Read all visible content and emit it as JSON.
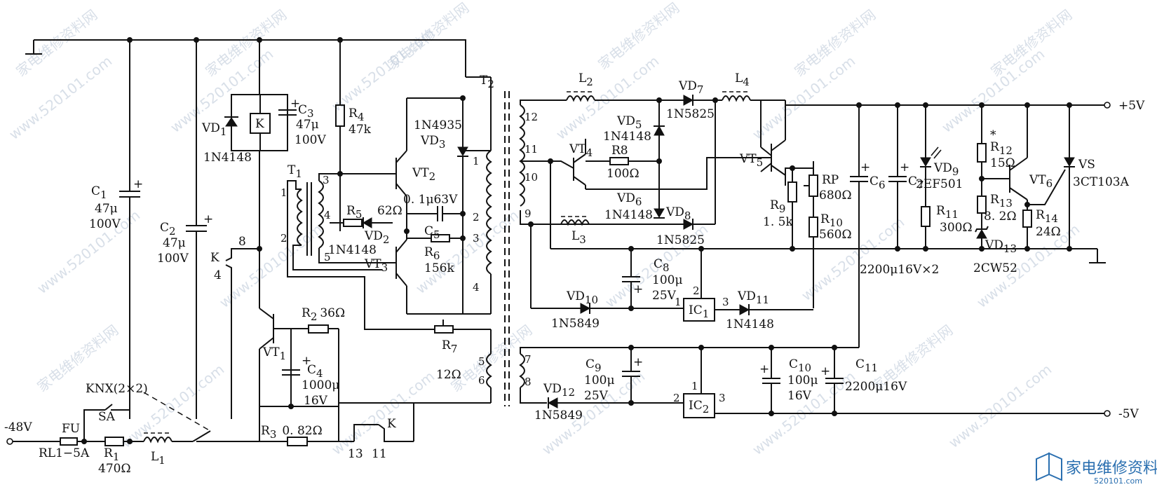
{
  "terminals": {
    "neg48": "-48V",
    "pos5": "+5V",
    "neg5": "-5V"
  },
  "labels": {
    "FU": "FU",
    "RL1": "RL1−5A",
    "SA": "SA",
    "KNX": "KNX(2×2)",
    "R1": "R",
    "R1sub": "1",
    "R1val": "470Ω",
    "L1": "L",
    "L1sub": "1",
    "C1": "C",
    "C1sub": "1",
    "C1v1": "47μ",
    "C1v2": "100V",
    "C2": "C",
    "C2sub": "2",
    "C2v1": "47μ",
    "C2v2": "100V",
    "VD1": "VD",
    "VD1sub": "1",
    "VD1part": "1N4148",
    "K": "K",
    "C3": "C",
    "C3sub": "3",
    "C3v1": "47μ",
    "C3v2": "100V",
    "R4": "R",
    "R4sub": "4",
    "R4val": "47k",
    "K8": "8",
    "K4": "4",
    "VT1": "VT",
    "VT1sub": "1",
    "R2": "R",
    "R2sub": "2",
    "R2val": "36Ω",
    "C4": "C",
    "C4sub": "4",
    "C4v1": "1000μ",
    "C4v2": "16V",
    "R3": "R",
    "R3sub": "3",
    "R3val": "0. 82Ω",
    "K13": "13",
    "K11": "11",
    "T1": "T",
    "T1sub": "1",
    "T1p1": "1",
    "T1p2": "2",
    "T1p3": "3",
    "T1p4": "4",
    "T1p5": "5",
    "R5": "R",
    "R5sub": "5",
    "R5val": "62Ω",
    "VD2": "VD",
    "VD2sub": "2",
    "VD2part": "1N4148",
    "VT2": "VT",
    "VT2sub": "2",
    "VT3": "VT",
    "VT3sub": "3",
    "VD3part": "1N4935",
    "VD3": "VD",
    "VD3sub": "3",
    "C5val": "0. 1μ63V",
    "C5": "C",
    "C5sub": "5",
    "R6": "R",
    "R6sub": "6",
    "R6val": "156k",
    "R7": "R",
    "R7sub": "7",
    "R7val": "12Ω",
    "T2": "T",
    "T2sub": "2",
    "T2p1": "1",
    "T2p2": "2",
    "T2p3": "3",
    "T2p4": "4",
    "T2p5": "5",
    "T2p6": "6",
    "T2p7": "7",
    "T2p8": "8",
    "T2p9": "9",
    "T2p10": "10",
    "T2p11": "11",
    "T2p12": "12",
    "L2": "L",
    "L2sub": "2",
    "L3": "L",
    "L3sub": "3",
    "L4": "L",
    "L4sub": "4",
    "VD7": "VD",
    "VD7sub": "7",
    "VD7part": "1N5825",
    "VD5": "VD",
    "VD5sub": "5",
    "VD5part": "1N4148",
    "VT4": "VT",
    "VT4sub": "4",
    "R8": "R8",
    "R8val": "100Ω",
    "VD6": "VD",
    "VD6sub": "6",
    "VD6part": "1N4148",
    "VD8": "VD",
    "VD8sub": "8",
    "VD8part": "1N5825",
    "VT5": "VT",
    "VT5sub": "5",
    "RP": "RP",
    "RPval": "680Ω",
    "R9": "R",
    "R9sub": "9",
    "R9val": "1. 5k",
    "R10": "R",
    "R10sub": "10",
    "R10val": "560Ω",
    "C8": "C",
    "C8sub": "8",
    "C8v1": "100μ",
    "C8v2": "25V",
    "VD10": "VD",
    "VD10sub": "10",
    "VD10part": "1N5849",
    "IC1": "IC",
    "IC1sub": "1",
    "IC1p1": "1",
    "IC1p2": "2",
    "IC1p3": "3",
    "VD11": "VD",
    "VD11sub": "11",
    "VD11part": "1N4148",
    "C6": "C",
    "C6sub": "6",
    "C7": "C",
    "C7sub": "7",
    "C67val": "2200μ16V×2",
    "VD9": "VD",
    "VD9sub": "9",
    "VD9part": "2EF501",
    "R11": "R",
    "R11sub": "11",
    "R11val": "300Ω",
    "R12star": "*",
    "R12": "R",
    "R12sub": "12",
    "R12val": "15Ω",
    "R13": "R",
    "R13sub": "13",
    "R13val": "8. 2Ω",
    "VD13": "VD",
    "VD13sub": "13",
    "VD13part": "2CW52",
    "VT6": "VT",
    "VT6sub": "6",
    "R14": "R",
    "R14sub": "14",
    "R14val": "24Ω",
    "VS": "VS",
    "VSpart": "3CT103A",
    "C9": "C",
    "C9sub": "9",
    "C9v1": "100μ",
    "C9v2": "25V",
    "VD12": "VD",
    "VD12sub": "12",
    "VD12part": "1N5849",
    "IC2": "IC",
    "IC2sub": "2",
    "IC2p1": "1",
    "IC2p2": "2",
    "IC2p3": "3",
    "C10": "C",
    "C10sub": "10",
    "C10v1": "100μ",
    "C10v2": "16V",
    "C11": "C",
    "C11sub": "11",
    "C11val": "2200μ16V",
    "plus": "+"
  },
  "watermark": {
    "text": "www.520101.com",
    "site_cn": "家电维修资料网",
    "logo_text": "家电维修资料网",
    "logo_url": "520101.com"
  },
  "colors": {
    "ink": "#111111",
    "watermark": "#b9c6d6",
    "logo": "#2a6fb0"
  }
}
